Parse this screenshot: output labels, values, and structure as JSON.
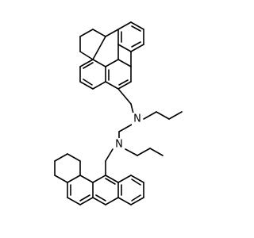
{
  "molecule": {
    "atoms": [
      {
        "id": "N1",
        "label": "N"
      },
      {
        "id": "N2",
        "label": "N"
      }
    ]
  }
}
